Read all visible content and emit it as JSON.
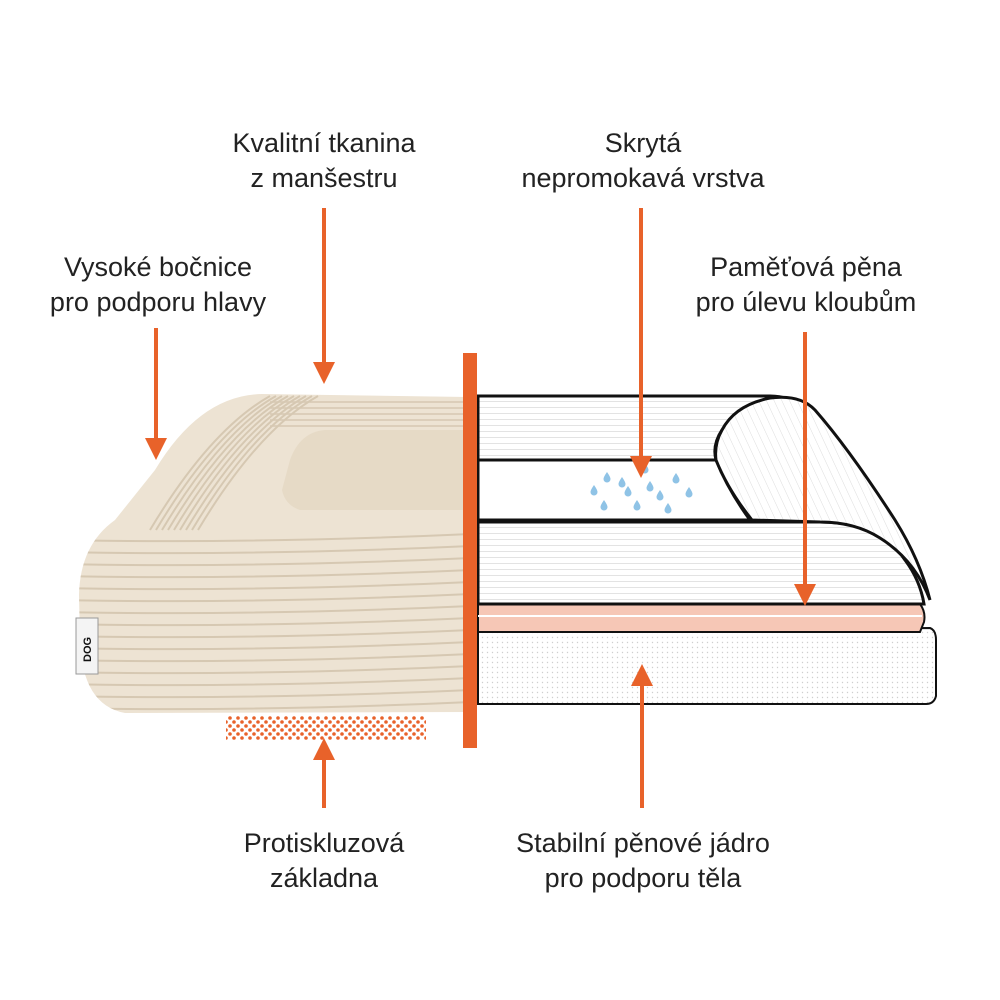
{
  "labels": {
    "fabric": [
      "Kvalitní tkanina",
      "z manšestru"
    ],
    "sides": [
      "Vysoké bočnice",
      "pro podporu hlavy"
    ],
    "waterproof": [
      "Skrytá",
      "nepromokavá vrstva"
    ],
    "memory": [
      "Paměťová pěna",
      "pro úlevu kloubům"
    ],
    "base": [
      "Protiskluzová",
      "základna"
    ],
    "core": [
      "Stabilní pěnové jádro",
      "pro podporu těla"
    ]
  },
  "tag": {
    "brand": "DOG"
  },
  "colors": {
    "accent": "#e8622a",
    "fabric": "#ede3d3",
    "fabric_rib": "#d6c8b2",
    "memory_foam": "#f6c7b6",
    "water_drop": "#8fc3e6",
    "outline": "#111111"
  }
}
